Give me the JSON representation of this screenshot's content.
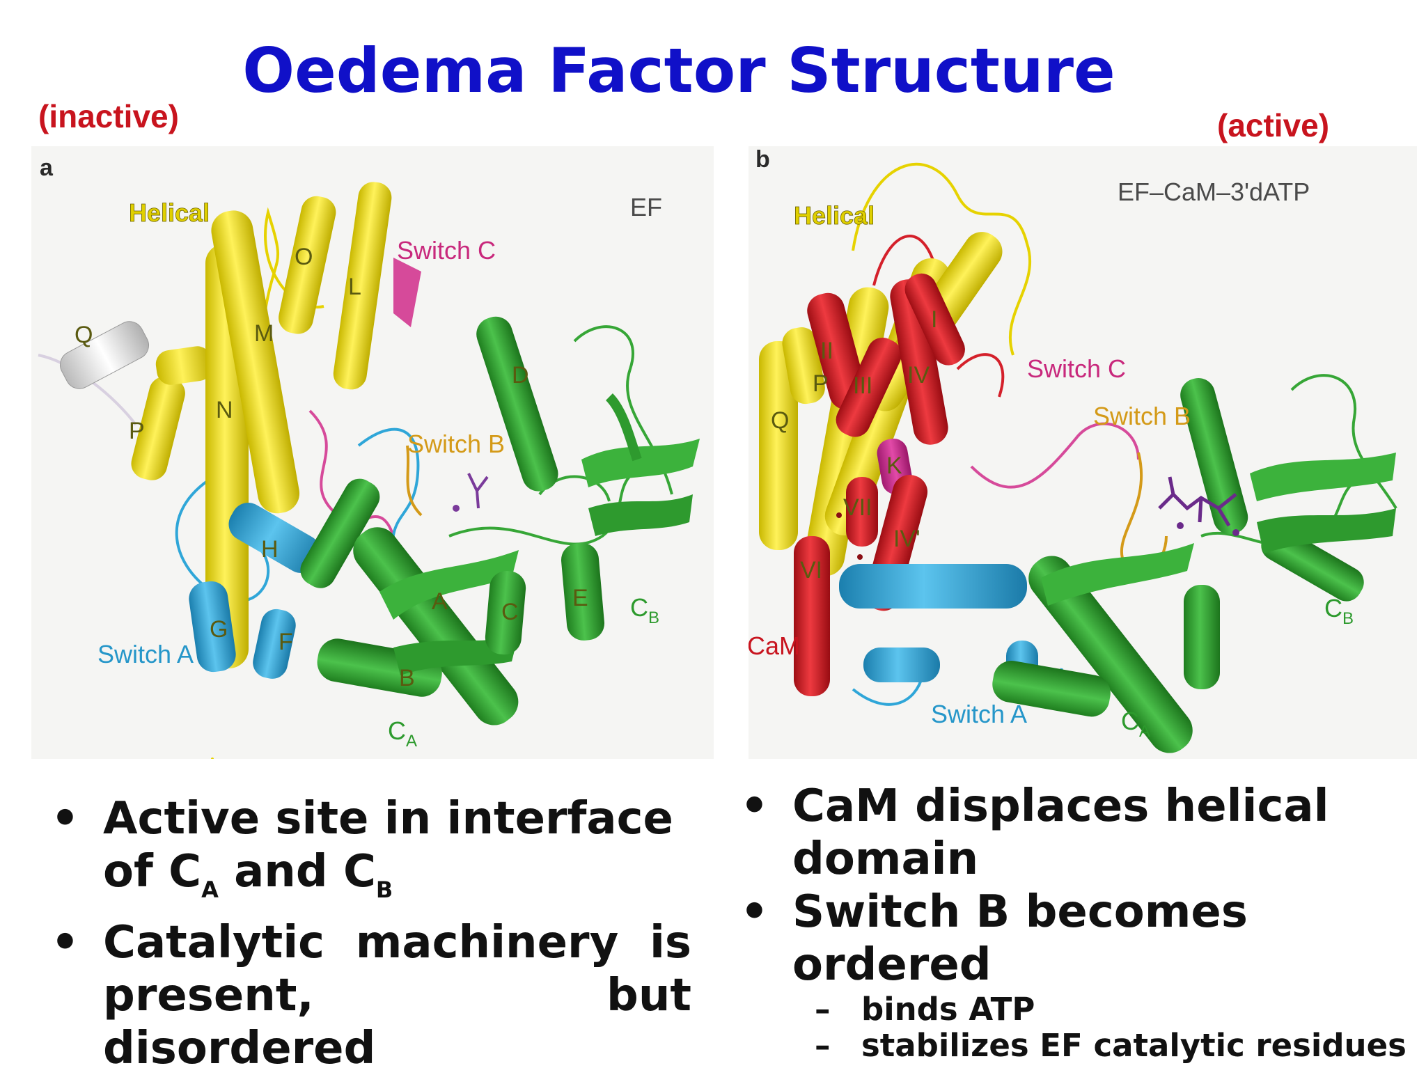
{
  "slide": {
    "title": "Oedema Factor Structure",
    "inactive_label": "(inactive)",
    "active_label": "(active)"
  },
  "panel_a": {
    "panel_letter": "a",
    "corner_label": "EF",
    "helical": "Helical",
    "switch_a": "Switch A",
    "switch_b": "Switch B",
    "switch_c": "Switch C",
    "ca_main": "C",
    "ca_sub": "A",
    "cb_main": "C",
    "cb_sub": "B",
    "helix_q": "Q",
    "helix_p": "P",
    "helix_n": "N",
    "helix_m": "M",
    "helix_o": "O",
    "helix_l": "L",
    "helix_h": "H",
    "helix_g": "G",
    "helix_f": "F",
    "helix_d": "D",
    "helix_c": "C",
    "helix_e": "E",
    "helix_a": "A",
    "helix_b": "B"
  },
  "panel_b": {
    "panel_letter": "b",
    "corner_label": "EF–CaM–3'dATP",
    "helical": "Helical",
    "cam": "CaM",
    "switch_a": "Switch A",
    "switch_b": "Switch B",
    "switch_c": "Switch C",
    "ca_main": "C",
    "ca_sub": "A",
    "cb_main": "C",
    "cb_sub": "B",
    "helix_q": "Q",
    "helix_p": "P",
    "helix_ii": "II",
    "helix_iii": "III",
    "helix_iv": "IV",
    "helix_i": "I",
    "helix_k": "K",
    "helix_vi": "VI",
    "helix_vii": "VII",
    "helix_ivp": "IV'"
  },
  "bullets_left": {
    "b1_pre": "Active site in interface of C",
    "b1_sub1": "A",
    "b1_mid": " and C",
    "b1_sub2": "B",
    "b2": "Catalytic machinery is present, but disordered"
  },
  "bullets_right": {
    "b1": "CaM displaces helical domain",
    "b2": "Switch B becomes ordered",
    "s1": "binds ATP",
    "s2": "stabilizes EF catalytic residues"
  },
  "symbols": {
    "bullet": "•",
    "dash": "–"
  },
  "colors": {
    "title": "#1010c8",
    "state": "#c8141e",
    "helical_domain": "#f2e12a",
    "switch_a": "#2fa6d8",
    "ca_cb": "#36a636",
    "switch_c": "#d64a9a",
    "cam": "#d4202a"
  }
}
